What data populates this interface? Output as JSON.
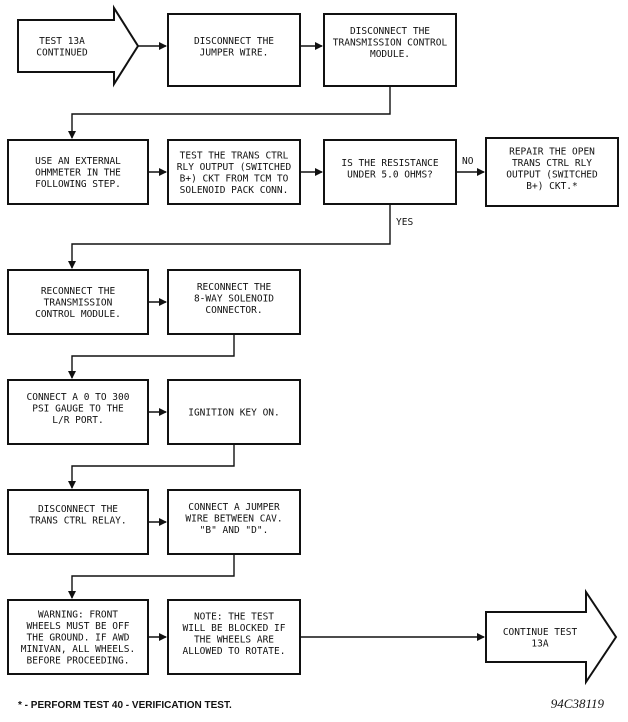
{
  "boxes": [
    {
      "id": "n-start",
      "lines": [
        "TEST 13A",
        "CONTINUED"
      ]
    },
    {
      "id": "n-disc-jumper",
      "lines": [
        "DISCONNECT THE",
        "JUMPER WIRE."
      ]
    },
    {
      "id": "n-disc-tcm",
      "lines": [
        "DISCONNECT THE",
        "TRANSMISSION CONTROL",
        "MODULE."
      ]
    },
    {
      "id": "n-ohmmeter",
      "lines": [
        "USE AN EXTERNAL",
        "OHMMETER IN THE",
        "FOLLOWING STEP."
      ]
    },
    {
      "id": "n-test-relay",
      "lines": [
        "TEST THE TRANS CTRL",
        "RLY OUTPUT (SWITCHED",
        "B+) CKT FROM TCM TO",
        "SOLENOID PACK CONN."
      ]
    },
    {
      "id": "n-resistance",
      "lines": [
        "IS THE RESISTANCE",
        "UNDER 5.0 OHMS?"
      ]
    },
    {
      "id": "n-repair",
      "lines": [
        "REPAIR THE OPEN",
        "TRANS CTRL RLY",
        "OUTPUT (SWITCHED",
        "B+) CKT.*"
      ]
    },
    {
      "id": "n-reconnect-tcm",
      "lines": [
        "RECONNECT THE",
        "TRANSMISSION",
        "CONTROL MODULE."
      ]
    },
    {
      "id": "n-reconnect-sol",
      "lines": [
        "RECONNECT THE",
        "8-WAY SOLENOID",
        "CONNECTOR."
      ]
    },
    {
      "id": "n-gauge",
      "lines": [
        "CONNECT A 0 TO 300",
        "PSI GAUGE TO THE",
        "L/R PORT."
      ]
    },
    {
      "id": "n-ignition",
      "lines": [
        "IGNITION KEY ON."
      ]
    },
    {
      "id": "n-disc-relay",
      "lines": [
        "DISCONNECT THE",
        "TRANS CTRL RELAY."
      ]
    },
    {
      "id": "n-jumper",
      "lines": [
        "CONNECT A JUMPER",
        "WIRE BETWEEN CAV.",
        "\"B\" AND \"D\"."
      ]
    },
    {
      "id": "n-warning",
      "lines": [
        "WARNING: FRONT",
        "WHEELS MUST BE OFF",
        "THE GROUND. IF AWD",
        "MINIVAN, ALL WHEELS.",
        "BEFORE PROCEEDING."
      ]
    },
    {
      "id": "n-note",
      "lines": [
        "NOTE: THE TEST",
        "WILL BE BLOCKED IF",
        "THE WHEELS ARE",
        "ALLOWED TO ROTATE."
      ]
    },
    {
      "id": "n-continue",
      "lines": [
        "CONTINUE TEST",
        "13A"
      ]
    }
  ],
  "edge_labels": {
    "no": "NO",
    "yes": "YES"
  },
  "footnote": "* - PERFORM TEST 40 - VERIFICATION TEST.",
  "figure_code": "94C38119"
}
